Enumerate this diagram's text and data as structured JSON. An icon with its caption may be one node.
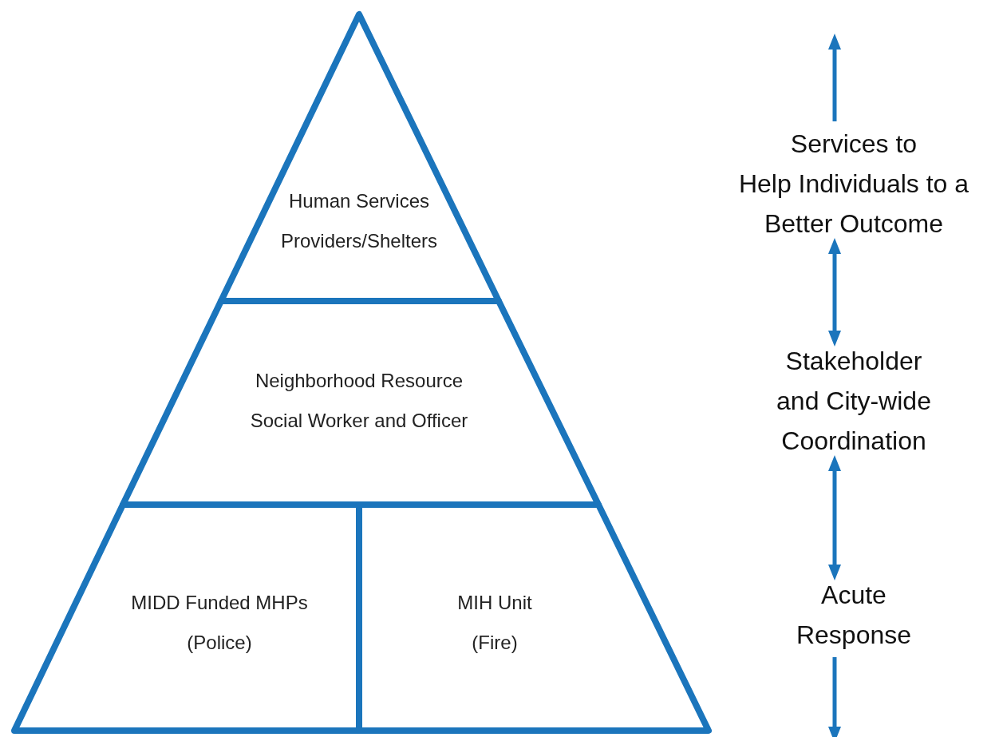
{
  "diagram": {
    "nodes": [
      {
        "text": [
          "Human Services Providers/Shelters"
        ]
      },
      {
        "text": [
          "Neighborhood Resource Social Worker and Officer"
        ]
      },
      {
        "text": [
          "MIDD Funded MHPs (Police)"
        ]
      },
      {
        "text": [
          "MIH Unit (Fire)"
        ]
      },
      {
        "text": [
          "Services to Help Individuals to a Better Outcome"
        ]
      },
      {
        "text": [
          "Stakeholder and City-wide Coordination"
        ]
      },
      {
        "text": [
          "Acute Response"
        ]
      }
    ],
    "edges": [
      {
        "from": 4,
        "to": null,
        "arrow": "to"
      },
      {
        "from": 4,
        "to": 5,
        "arrow": "both"
      },
      {
        "from": 5,
        "to": 6,
        "arrow": "both"
      },
      {
        "from": 6,
        "to": null,
        "arrow": "to"
      }
    ]
  }
}
